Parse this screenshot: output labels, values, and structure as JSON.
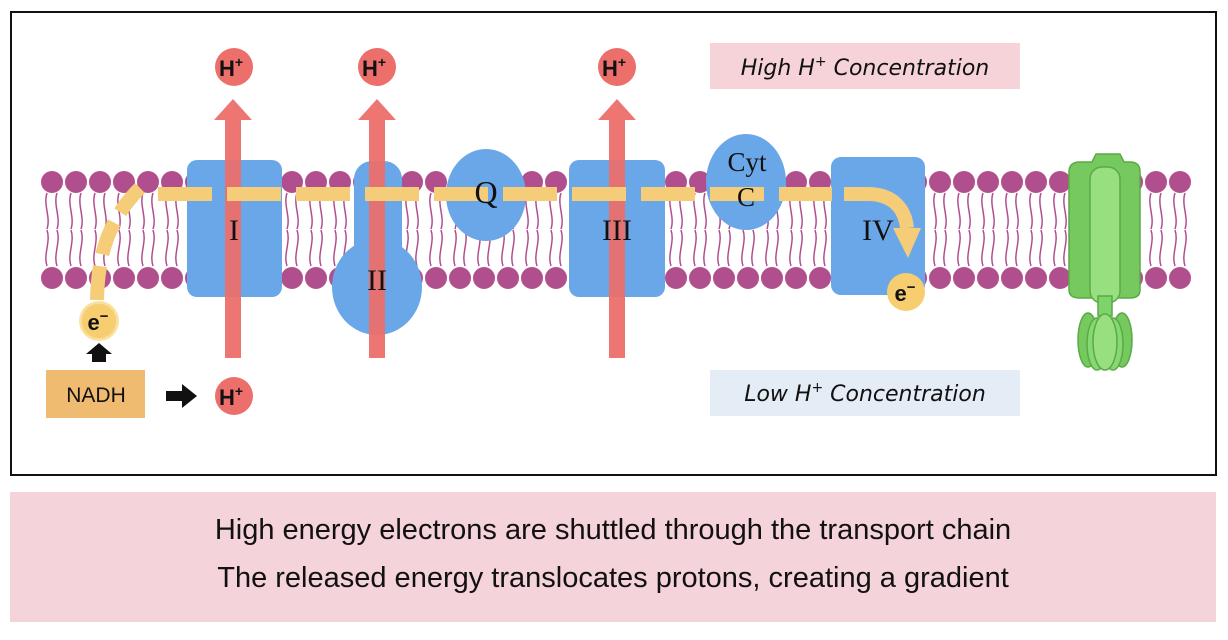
{
  "colors": {
    "phospholipid_head": "#b14f8e",
    "complex_blue": "#6aa7e8",
    "proton_arrow": "#ec6f6b",
    "electron_path": "#f5cd78",
    "nadh_box": "#efbb70",
    "atp_synthase": "#7ed46a",
    "high_label_bg": "#f6d3d8",
    "low_label_bg": "#e4ecf6",
    "caption_bg": "#f5d3da"
  },
  "complexes": {
    "i": "I",
    "ii": "II",
    "q": "Q",
    "iii": "III",
    "cyt_line1": "Cyt",
    "cyt_line2": "C",
    "iv": "IV"
  },
  "ion": {
    "h_base": "H",
    "h_charge": "+",
    "e_base": "e",
    "e_charge": "−"
  },
  "nadh": "NADH",
  "labels": {
    "high_prefix": "High H",
    "high_sup": "+",
    "high_suffix": " Concentration",
    "low_prefix": "Low H",
    "low_sup": "+",
    "low_suffix": " Concentration"
  },
  "caption": {
    "line1": "High energy electrons are shuttled through the transport chain",
    "line2": "The released energy translocates protons, creating a gradient"
  }
}
